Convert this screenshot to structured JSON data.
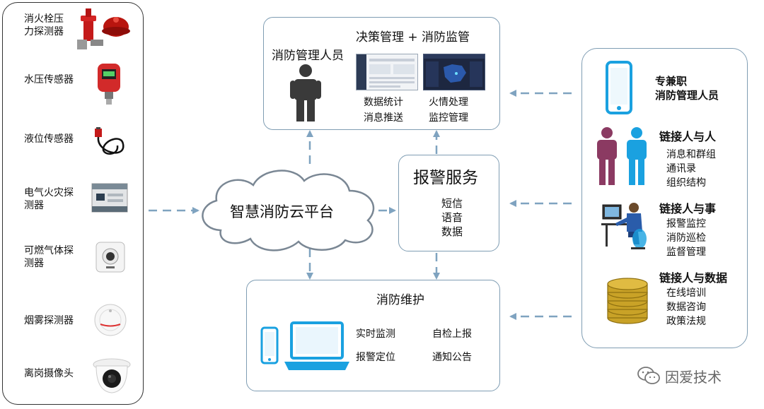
{
  "devices": [
    {
      "label_lines": [
        "消火栓压",
        "力探测器"
      ],
      "icon": "hydrant-pressure-sensor-icon"
    },
    {
      "label_lines": [
        "水压传感器"
      ],
      "icon": "water-pressure-sensor-icon"
    },
    {
      "label_lines": [
        "液位传感器"
      ],
      "icon": "level-sensor-icon"
    },
    {
      "label_lines": [
        "电气火灾探",
        "测器"
      ],
      "icon": "electrical-fire-detector-icon"
    },
    {
      "label_lines": [
        "可燃气体探",
        "测器"
      ],
      "icon": "gas-detector-icon"
    },
    {
      "label_lines": [
        "烟雾探测器"
      ],
      "icon": "smoke-detector-icon"
    },
    {
      "label_lines": [
        "离岗摄像头"
      ],
      "icon": "dome-camera-icon"
    }
  ],
  "management": {
    "title": "决策管理 + 消防监管",
    "person_label": "消防管理人员",
    "left_items": [
      "数据统计",
      "消息推送"
    ],
    "right_items": [
      "火情处理",
      "监控管理"
    ]
  },
  "cloud": {
    "label": "智慧消防云平台"
  },
  "alarm": {
    "title": "报警服务",
    "items": [
      "短信",
      "语音",
      "数据"
    ]
  },
  "maintenance": {
    "title": "消防维护",
    "items": [
      "实时监测",
      "自检上报",
      "报警定位",
      "通知公告"
    ]
  },
  "right_panel": {
    "staff_lines": [
      "专兼职",
      "消防管理人员"
    ],
    "groups": [
      {
        "title": "链接人与人",
        "items": [
          "消息和群组",
          "通讯录",
          "组织结构"
        ],
        "icon": "two-people-icon"
      },
      {
        "title": "链接人与事",
        "items": [
          "报警监控",
          "消防巡检",
          "监督管理"
        ],
        "icon": "person-at-computer-icon"
      },
      {
        "title": "链接人与数据",
        "items": [
          "在线培训",
          "数据咨询",
          "政策法规"
        ],
        "icon": "coin-stack-icon"
      }
    ]
  },
  "watermark": "因爱技术",
  "colors": {
    "arrow": "#7fa3c0",
    "icon_blue": "#1aa1e0",
    "person_dark": "#3a3a3a",
    "person_purple": "#8b3a62",
    "gold": "#c9a227"
  }
}
